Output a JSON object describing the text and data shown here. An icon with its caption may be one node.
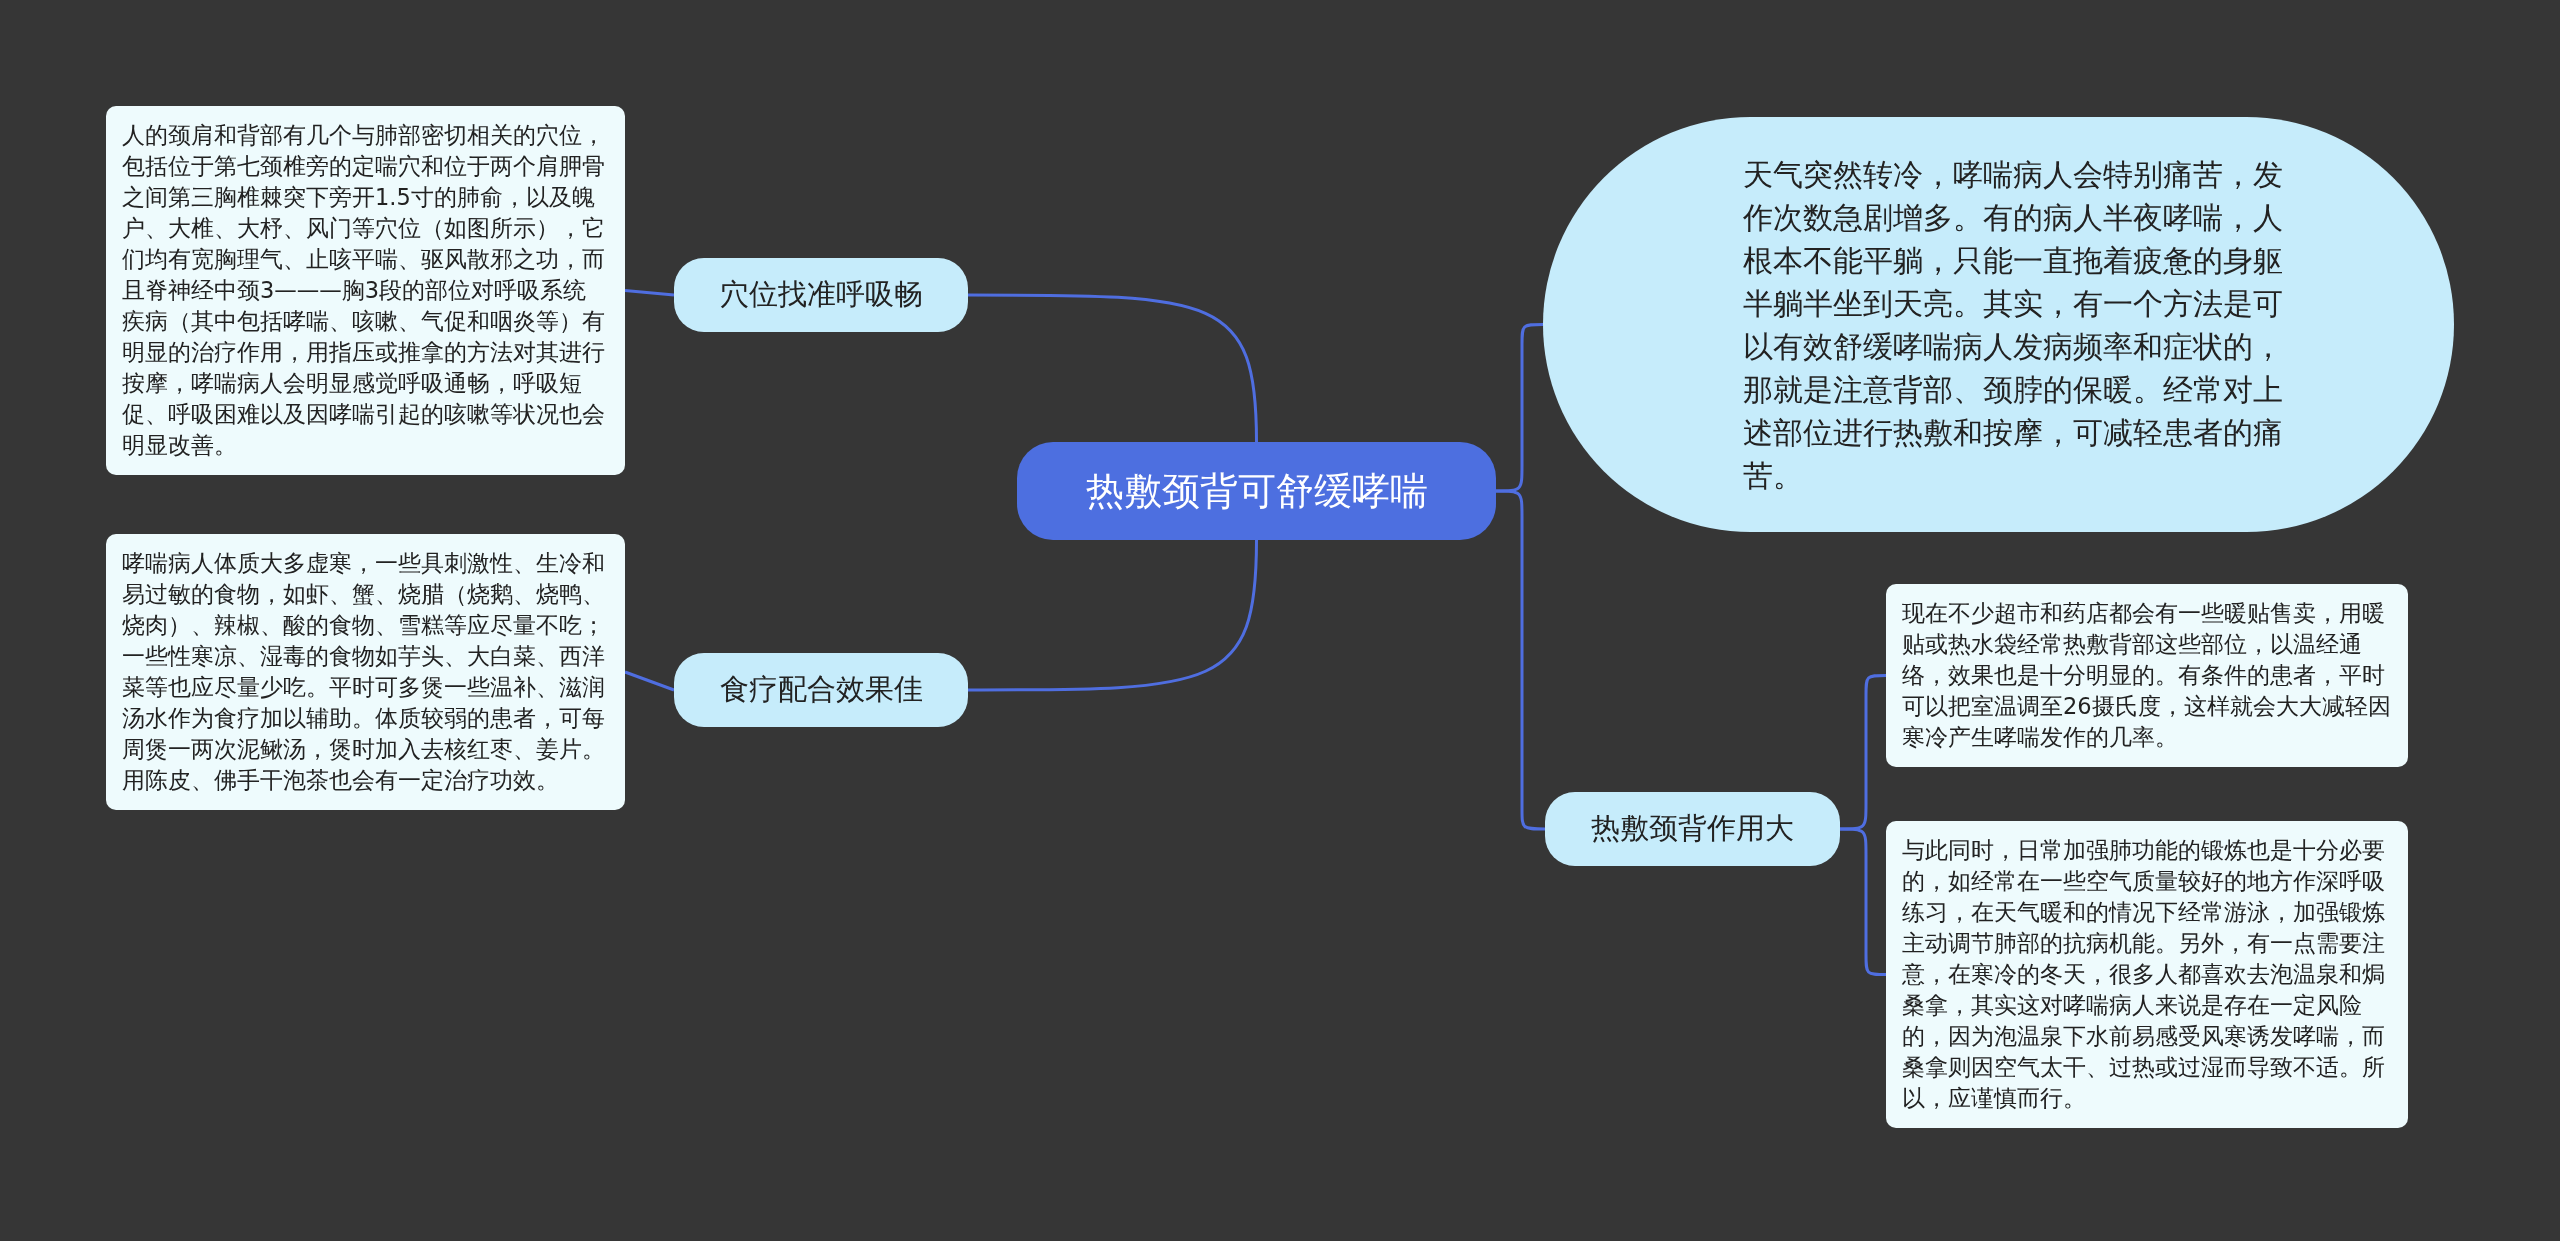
{
  "diagram": {
    "nodes": [
      {
        "text": [
          "热敷颈背可舒缓哮喘"
        ]
      },
      {
        "text": [
          "穴位找准呼吸畅"
        ]
      },
      {
        "text": [
          "人的颈肩和背部有几个与肺部密切相关的穴位，包括位于第七颈椎旁的定喘穴和位于两个肩胛骨之间第三胸椎棘突下旁开1.5寸的肺俞，以及魄户、大椎、大杼、风门等穴位（如图所示），它们均有宽胸理气、止咳平喘、驱风散邪之功，而且脊神经中颈3———胸3段的部位对呼吸系统疾病（其中包括哮喘、咳嗽、气促和咽炎等）有明显的治疗作用，用指压或推拿的方法对其进行按摩，哮喘病人会明显感觉呼吸通畅，呼吸短促、呼吸困难以及因哮喘引起的咳嗽等状况也会明显改善。"
        ]
      },
      {
        "text": [
          "食疗配合效果佳"
        ]
      },
      {
        "text": [
          "哮喘病人体质大多虚寒，一些具刺激性、生冷和易过敏的食物，如虾、蟹、烧腊（烧鹅、烧鸭、烧肉）、辣椒、酸的食物、雪糕等应尽量不吃；一些性寒凉、湿毒的食物如芋头、大白菜、西洋菜等也应尽量少吃。平时可多煲一些温补、滋润汤水作为食疗加以辅助。体质较弱的患者，可每周煲一两次泥鳅汤，煲时加入去核红枣、姜片。用陈皮、佛手干泡茶也会有一定治疗功效。"
        ]
      },
      {
        "text": [
          "天气突然转冷，哮喘病人会特别痛苦，发作次数急剧增多。有的病人半夜哮喘，人根本不能平躺，只能一直拖着疲惫的身躯半躺半坐到天亮。其实，有一个方法是可以有效舒缓哮喘病人发病频率和症状的，那就是注意背部、颈脖的保暖。经常对上述部位进行热敷和按摩，可减轻患者的痛苦。"
        ]
      },
      {
        "text": [
          "热敷颈背作用大"
        ]
      },
      {
        "text": [
          "现在不少超市和药店都会有一些暖贴售卖，用暖贴或热水袋经常热敷背部这些部位，以温经通络，效果也是十分明显的。有条件的患者，平时可以把室温调至26摄氏度，这样就会大大减轻因寒冷产生哮喘发作的几率。"
        ]
      },
      {
        "text": [
          "与此同时，日常加强肺功能的锻炼也是十分必要的，如经常在一些空气质量较好的地方作深呼吸练习，在天气暖和的情况下经常游泳，加强锻炼主动调节肺部的抗病机能。另外，有一点需要注意，在寒冷的冬天，很多人都喜欢去泡温泉和焗桑拿，其实这对哮喘病人来说是存在一定风险的，因为泡温泉下水前易感受风寒诱发哮喘，而桑拿则因空气太干、过热或过湿而导致不适。所以，应谨慎而行。"
        ]
      }
    ],
    "edges": [
      {
        "from": 0,
        "to": 1,
        "arrow": "none"
      },
      {
        "from": 1,
        "to": 2,
        "arrow": "none"
      },
      {
        "from": 0,
        "to": 3,
        "arrow": "none"
      },
      {
        "from": 3,
        "to": 4,
        "arrow": "none"
      },
      {
        "from": 0,
        "to": 5,
        "arrow": "none"
      },
      {
        "from": 0,
        "to": 6,
        "arrow": "none"
      },
      {
        "from": 6,
        "to": 7,
        "arrow": "none"
      },
      {
        "from": 6,
        "to": 8,
        "arrow": "none"
      }
    ]
  }
}
